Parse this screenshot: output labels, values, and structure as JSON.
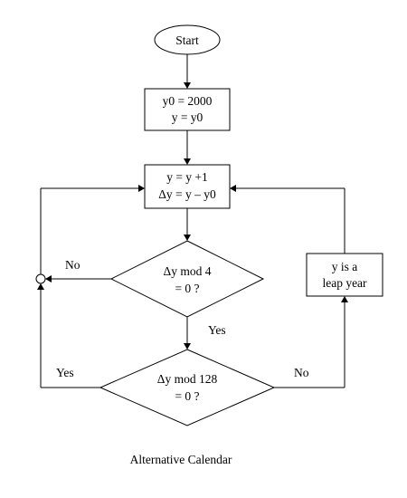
{
  "start_label": "Start",
  "init_box": {
    "line1": "y0 = 2000",
    "line2": "y = y0"
  },
  "increment_box": {
    "line1": "y = y +1",
    "line2": "Δy = y – y0"
  },
  "mod4_decision": {
    "line1": "Δy mod 4",
    "line2": "= 0 ?"
  },
  "mod128_decision": {
    "line1": "Δy mod 128",
    "line2": "= 0 ?"
  },
  "leap_box": {
    "line1": "y is a",
    "line2": "leap year"
  },
  "labels": {
    "mod4_no": "No",
    "mod4_yes": "Yes",
    "mod128_yes": "Yes",
    "mod128_no": "No"
  },
  "caption": "Alternative Calendar"
}
